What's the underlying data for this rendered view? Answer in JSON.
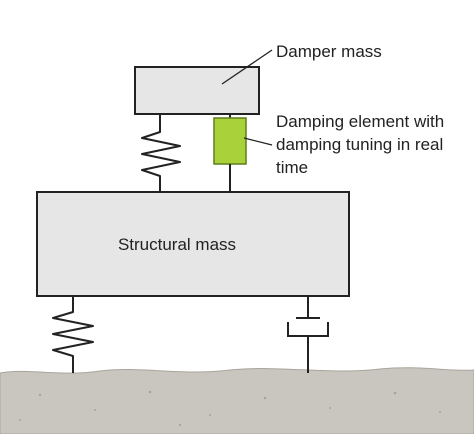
{
  "labels": {
    "damper_mass": "Damper mass",
    "damping_element_line1": "Damping element with",
    "damping_element_line2": "damping tuning in real",
    "damping_element_line3": "time",
    "structural_mass": "Structural mass"
  },
  "colors": {
    "mass_fill": "#e6e6e6",
    "outline": "#222222",
    "damping_element_fill": "#a8d13a",
    "damping_element_stroke": "#5e7f1a",
    "ground_fill": "#c9c6bf"
  }
}
